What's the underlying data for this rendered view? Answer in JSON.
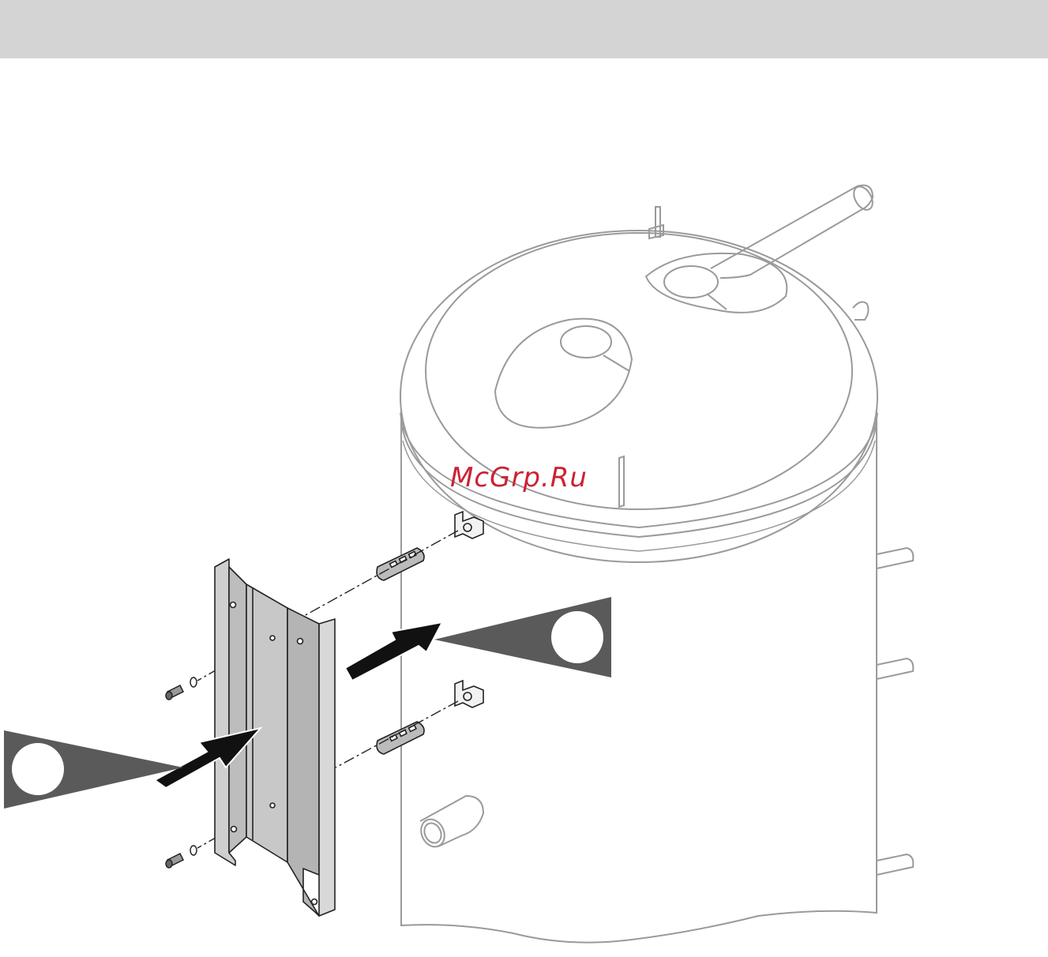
{
  "watermark": {
    "text": "McGrp.Ru",
    "color": "#cc2233"
  },
  "colors": {
    "header_band": "#d4d4d4",
    "tank_outline": "#9a9a9a",
    "callout_fill": "#5a5a5a",
    "bracket_fill": "#bdbdbd",
    "arrow_fill": "#111111"
  },
  "icons": {
    "callout_left": "callout-pointer",
    "callout_right": "callout-pointer",
    "arrow_left": "push-arrow",
    "arrow_right": "push-arrow"
  }
}
